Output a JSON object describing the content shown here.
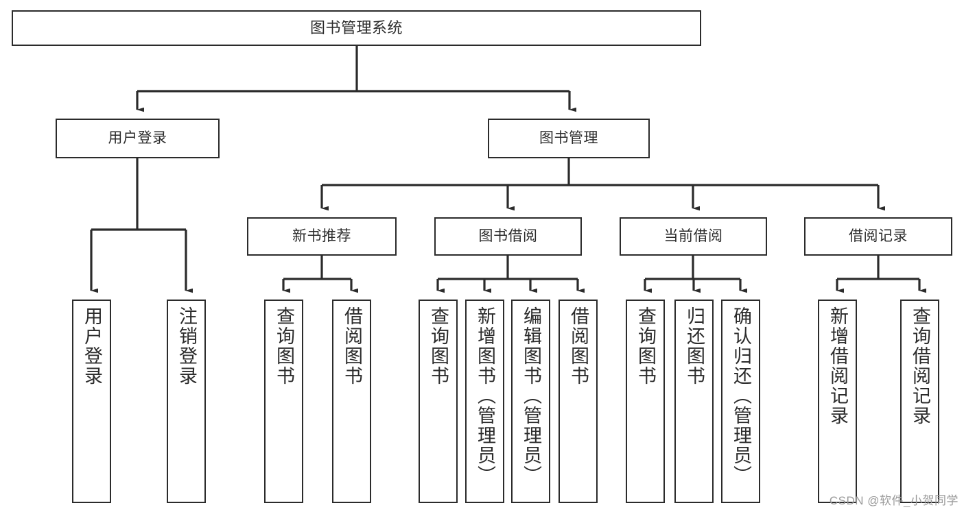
{
  "diagram": {
    "title": "图书管理系统",
    "type": "hierarchy-tree",
    "stroke_color": "#2b2b2b",
    "fill_color": "#ffffff",
    "watermark": "CSDN @软件_小贺同学",
    "nodes": {
      "root": {
        "label": "图书管理系统"
      },
      "level2": [
        {
          "id": "user-login",
          "label": "用户登录"
        },
        {
          "id": "book-manage",
          "label": "图书管理"
        }
      ],
      "level3": [
        {
          "id": "new-book-recommend",
          "label": "新书推荐"
        },
        {
          "id": "book-borrow",
          "label": "图书借阅"
        },
        {
          "id": "current-borrow",
          "label": "当前借阅"
        },
        {
          "id": "borrow-record",
          "label": "借阅记录"
        }
      ],
      "leaves": [
        {
          "id": "leaf-user-login",
          "label": "用户登录"
        },
        {
          "id": "leaf-logout",
          "label": "注销登录"
        },
        {
          "id": "leaf-query-book-1",
          "label": "查询图书"
        },
        {
          "id": "leaf-borrow-book-1",
          "label": "借阅图书"
        },
        {
          "id": "leaf-query-book-2",
          "label": "查询图书"
        },
        {
          "id": "leaf-add-book",
          "label": "新增图书（管理员）"
        },
        {
          "id": "leaf-edit-book",
          "label": "编辑图书（管理员）"
        },
        {
          "id": "leaf-borrow-book-2",
          "label": "借阅图书"
        },
        {
          "id": "leaf-query-book-3",
          "label": "查询图书"
        },
        {
          "id": "leaf-return-book",
          "label": "归还图书"
        },
        {
          "id": "leaf-confirm-return",
          "label": "确认归还（管理员）"
        },
        {
          "id": "leaf-add-record",
          "label": "新增借阅记录"
        },
        {
          "id": "leaf-query-record",
          "label": "查询借阅记录"
        }
      ]
    }
  }
}
